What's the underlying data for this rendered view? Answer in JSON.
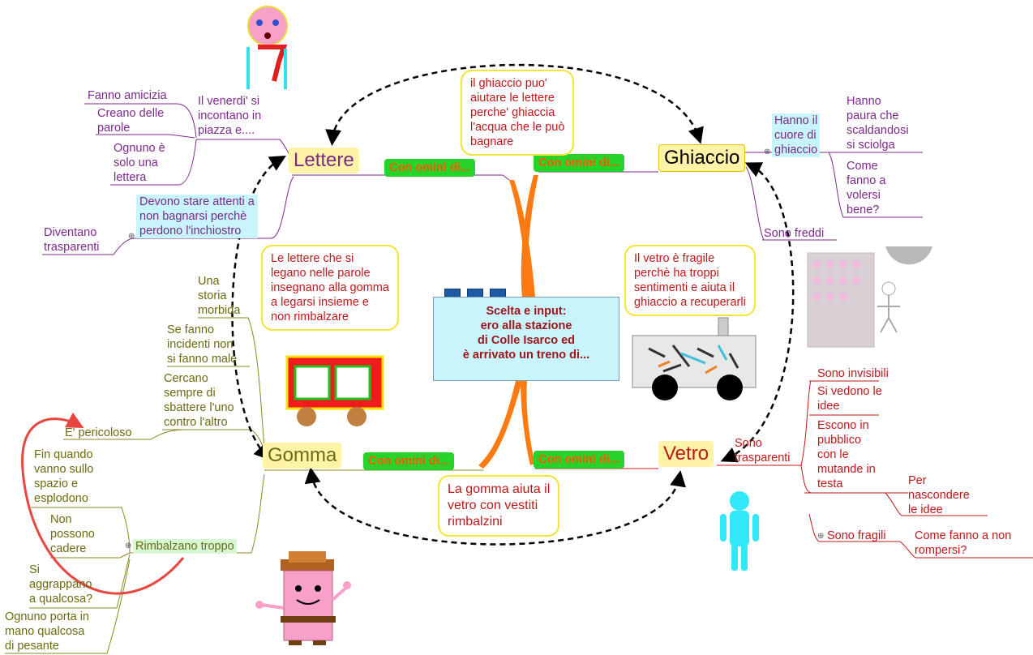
{
  "center": {
    "line1": "Scelta e input:",
    "line2": "ero alla stazione",
    "line3": "di Colle Isarco ed",
    "line4": "è arrivato un treno di..."
  },
  "topics": {
    "lettere": "Lettere",
    "ghiaccio": "Ghiaccio",
    "gomma": "Gomma",
    "vetro": "Vetro"
  },
  "connector_label": "Con omini di...",
  "callouts": {
    "ghiaccio_lettere": [
      "il ghiaccio puo'",
      "aiutare le lettere",
      "perche' ghiaccia",
      "l'acqua che le può",
      "bagnare"
    ],
    "lettere_gomma": [
      "Le lettere che si",
      "legano nelle parole",
      "insegnano alla gomma",
      "a legarsi insieme e",
      "non rimbalzare"
    ],
    "vetro_ghiaccio": [
      "Il vetro è fragile",
      "perchè ha troppi",
      "sentimenti e aiuta il",
      "ghiaccio a recuperarli"
    ],
    "gomma_vetro": [
      "La gomma aiuta il",
      "vetro con vestiti",
      "rimbalzini"
    ]
  },
  "lettere_branch": {
    "venerdi": [
      "Il venerdi' si",
      "incontano in",
      "piazza e...."
    ],
    "amicizia": "Fanno amicizia",
    "parole": [
      "Creano delle",
      "parole"
    ],
    "lettera": [
      "Ognuno è",
      "solo una",
      "lettera"
    ],
    "attenti": [
      "Devono stare attenti a",
      "non bagnarsi perchè",
      "perdono l'inchiostro"
    ],
    "trasparenti": [
      "Diventano",
      "trasparenti"
    ]
  },
  "ghiaccio_branch": {
    "cuore": [
      "Hanno il",
      "cuore di",
      "ghiaccio"
    ],
    "paura": [
      "Hanno",
      "paura che",
      "scaldandosi",
      "si sciolga"
    ],
    "volersi": [
      "Come",
      "fanno a",
      "volersi",
      "bene?"
    ],
    "freddi": "Sono freddi"
  },
  "gomma_branch": {
    "storia": [
      "Una",
      "storia",
      "morbida"
    ],
    "incidenti": [
      "Se fanno",
      "incidenti non",
      "si fanno male"
    ],
    "sbattere": [
      "Cercano",
      "sempre di",
      "sbattere l'uno",
      "contro l'altro"
    ],
    "pericoloso": "E' pericoloso",
    "esplodono": [
      "Fin quando",
      "vanno sullo",
      "spazio e",
      "esplodono"
    ],
    "cadere": [
      "Non",
      "possono",
      "cadere"
    ],
    "rimbalzano": "Rimbalzano troppo",
    "aggrappano": [
      "Si",
      "aggrappano",
      "a qualcosa?"
    ],
    "pesante": [
      "Ognuno porta in",
      "mano qualcosa",
      "di pesante"
    ]
  },
  "vetro_branch": {
    "sono_trasparenti": [
      "Sono",
      "trasparenti"
    ],
    "invisibili": "Sono invisibili",
    "vedono": [
      "Si vedono le",
      "idee"
    ],
    "escono": [
      "Escono in",
      "pubblico",
      "con le",
      "mutande in",
      "testa"
    ],
    "nascondere": [
      "Per",
      "nascondere",
      "le idee"
    ],
    "fragili": "Sono fragili",
    "rompersi": [
      "Come fanno a non",
      "rompersi?"
    ]
  },
  "colors": {
    "purple": "#7b2a8a",
    "olive": "#6b6b10",
    "red": "#c0171a",
    "topic_bg": "#fff3a8",
    "pill_bg": "#27d32a",
    "pill_text": "#ff5a00",
    "center_bg": "#c8f4fb"
  }
}
